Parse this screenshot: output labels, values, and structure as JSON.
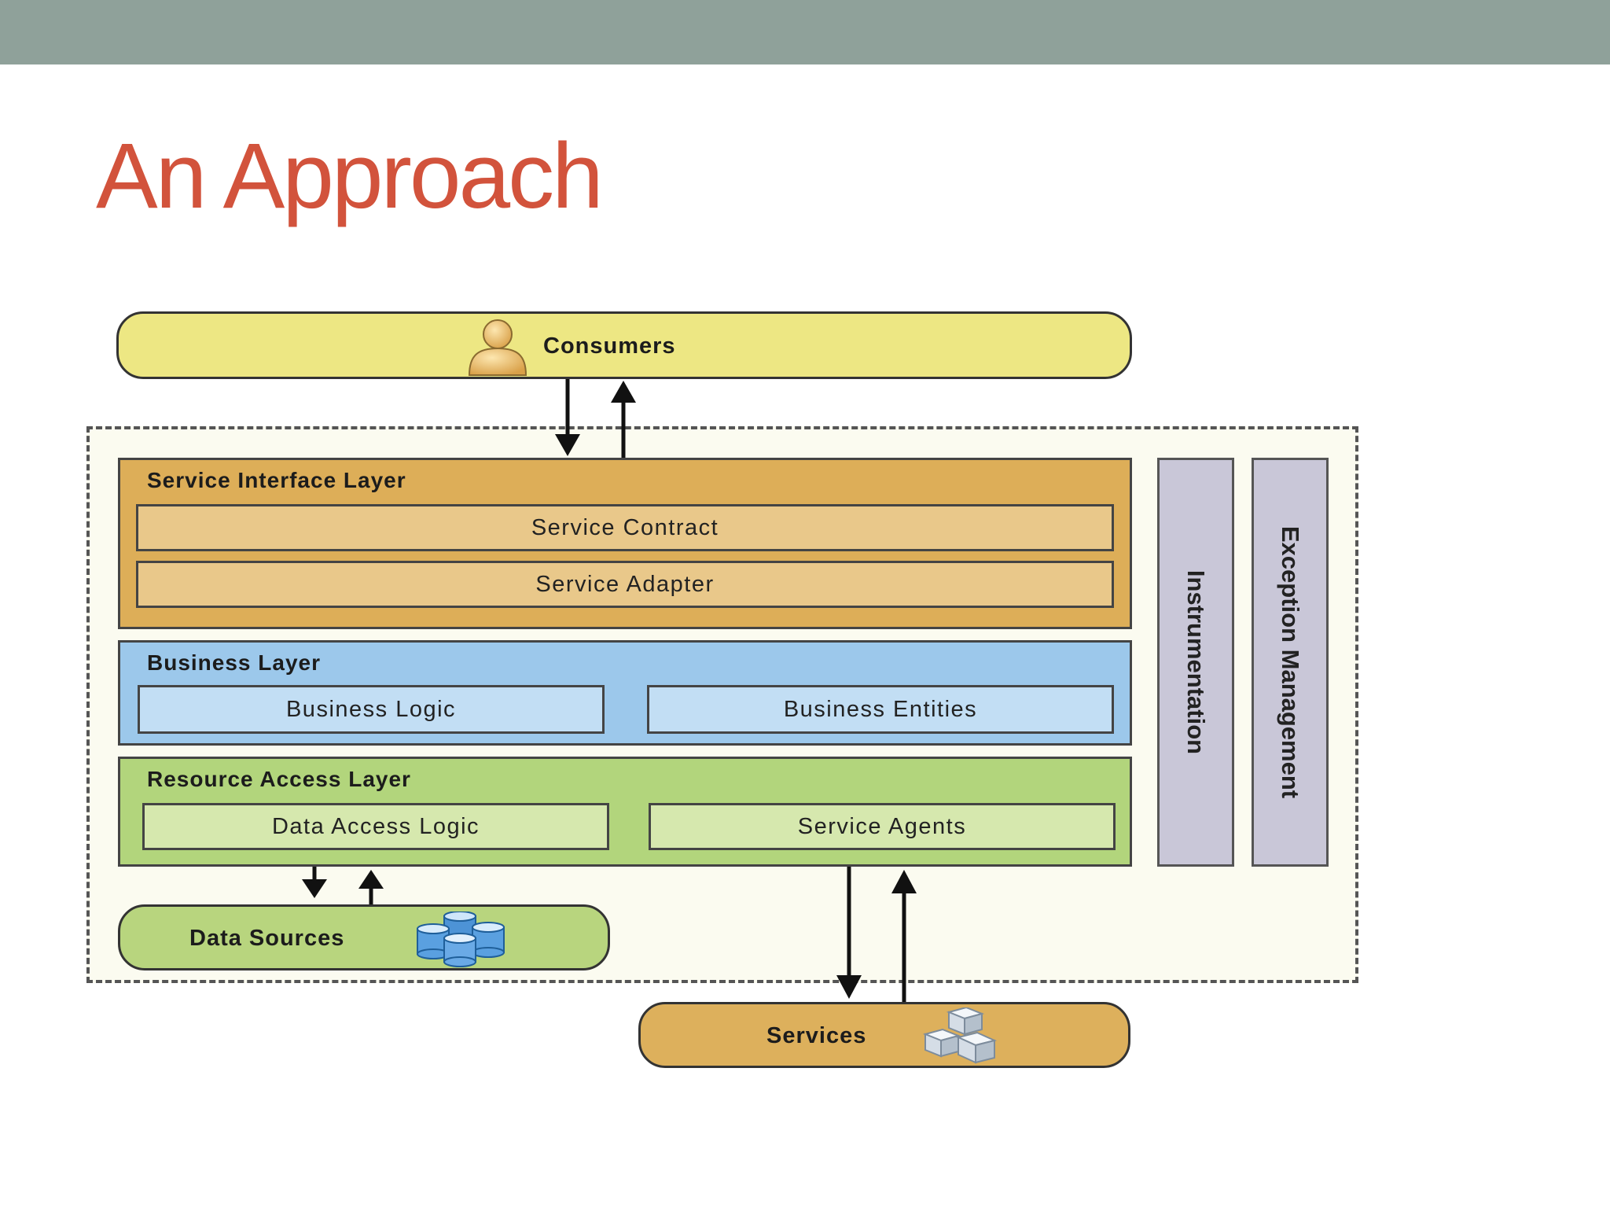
{
  "slide": {
    "title": "An Approach"
  },
  "diagram": {
    "consumers": {
      "label": "Consumers",
      "icon": "user-icon"
    },
    "service_interface_layer": {
      "label": "Service Interface Layer",
      "components": [
        "Service Contract",
        "Service Adapter"
      ]
    },
    "business_layer": {
      "label": "Business Layer",
      "components": [
        "Business Logic",
        "Business Entities"
      ]
    },
    "resource_access_layer": {
      "label": "Resource Access Layer",
      "components": [
        "Data Access Logic",
        "Service Agents"
      ]
    },
    "cross_cutting": [
      "Instrumentation",
      "Exception Management"
    ],
    "data_sources": {
      "label": "Data Sources",
      "icon": "database-icon"
    },
    "services": {
      "label": "Services",
      "icon": "cubes-icon"
    },
    "colors": {
      "title": "#d2533c",
      "topbar": "#8fa19a",
      "consumers": "#ede783",
      "service_interface": "#ddae58",
      "business": "#9cc8eb",
      "resource_access": "#b2d57c",
      "cross_cutting": "#c9c7d8"
    }
  }
}
